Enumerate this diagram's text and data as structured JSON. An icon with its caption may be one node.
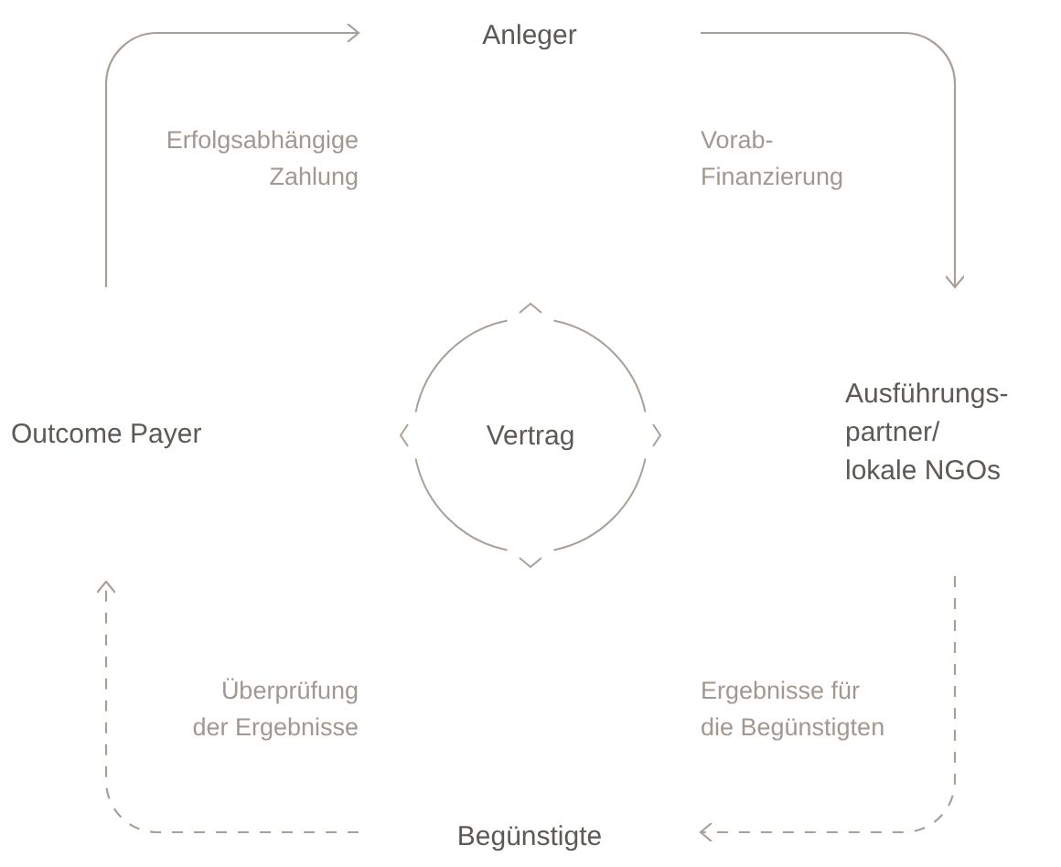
{
  "diagram": {
    "nodes": [
      {
        "text": [
          "Anleger"
        ]
      },
      {
        "text": [
          "Ausführungs- partner/ lokale NGOs"
        ]
      },
      {
        "text": [
          "Begünstigte"
        ]
      },
      {
        "text": [
          "Outcome Payer"
        ]
      },
      {
        "text": [
          "Vertrag"
        ]
      }
    ],
    "edges": [
      {
        "from": 3,
        "to": 0,
        "arrow": "to",
        "label": "Erfolgsabhängige Zahlung"
      },
      {
        "from": 0,
        "to": 1,
        "arrow": "to",
        "label": "Vorab- Finanzierung"
      },
      {
        "from": 1,
        "to": 2,
        "arrow": "to",
        "label": "Ergebnisse für die Begünstigten",
        "style": "dashed"
      },
      {
        "from": 2,
        "to": 3,
        "arrow": "to",
        "label": "Überprüfung der Ergebnisse",
        "style": "dashed"
      }
    ]
  }
}
